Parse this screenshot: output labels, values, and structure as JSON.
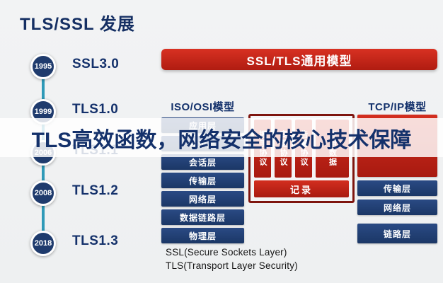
{
  "title": "TLS/SSL 发展",
  "overlay_text": "TLS高效函数，网络安全的核心技术保障",
  "timeline": {
    "items": [
      {
        "year": "1995",
        "label": "SSL3.0"
      },
      {
        "year": "1999",
        "label": "TLS1.0"
      },
      {
        "year": "2006",
        "label": "TLS1.1"
      },
      {
        "year": "2008",
        "label": "TLS1.2"
      },
      {
        "year": "2018",
        "label": "TLS1.3"
      }
    ]
  },
  "diagram": {
    "banner": "SSL/TLS通用模型",
    "osi_header": "ISO/OSI模型",
    "tcpip_header": "TCP/IP模型",
    "osi_layers": [
      "应用层",
      "表示层",
      "会话层",
      "传输层",
      "网络层",
      "数据链路层",
      "物理层"
    ],
    "ssl_protocols": [
      "握手协议",
      "变更协议",
      "告警协议",
      "应用数据"
    ],
    "record_label": "记录",
    "tcpip_layers": [
      "传输层",
      "网络层",
      "链路层"
    ],
    "footnote_ssl": "SSL(Secure Sockets Layer)",
    "footnote_tls": "TLS(Transport Layer Security)"
  },
  "colors": {
    "navy": "#1f3b6d",
    "headline_navy": "#14316b",
    "red": "#c8241a",
    "dark_red_border": "#7e150e",
    "teal": "#2f9ab8"
  }
}
